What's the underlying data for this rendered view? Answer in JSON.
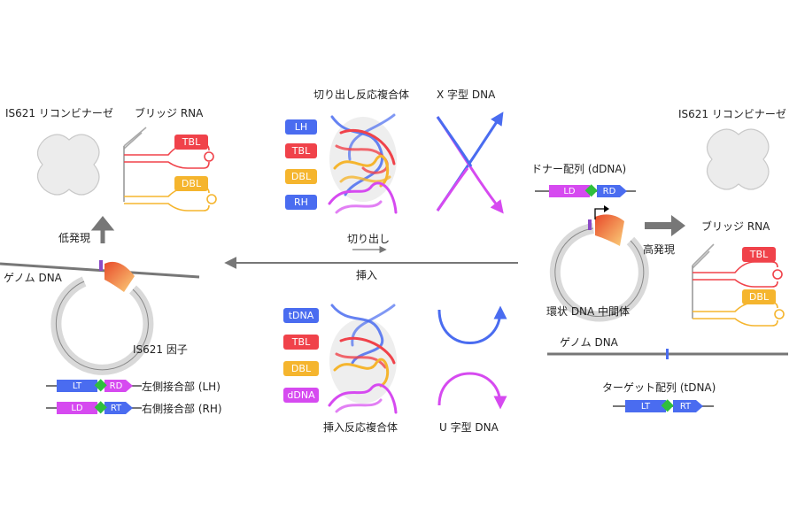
{
  "left": {
    "recombinase_label": "IS621 リコンビナーゼ",
    "bridge_rna_label": "ブリッジ RNA",
    "tbl": "TBL",
    "dbl": "DBL",
    "low_expression": "低発現",
    "genome_dna": "ゲノム DNA",
    "is621_factor": "IS621 因子",
    "lh_label": "左側接合部 (LH)",
    "rh_label": "右側接合部 (RH)",
    "lt": "LT",
    "rd": "RD",
    "ld": "LD",
    "rt": "RT"
  },
  "center": {
    "excision_complex": "切り出し反応複合体",
    "x_dna": "X 字型 DNA",
    "excision": "切り出し",
    "insertion": "挿入",
    "insertion_complex": "挿入反応複合体",
    "u_dna": "U 字型 DNA",
    "top_tags": [
      "LH",
      "TBL",
      "DBL",
      "RH"
    ],
    "bottom_tags": [
      "tDNA",
      "TBL",
      "DBL",
      "dDNA"
    ]
  },
  "right": {
    "recombinase_label": "IS621 リコンビナーゼ",
    "donor_seq": "ドナー配列 (dDNA)",
    "ld": "LD",
    "rd": "RD",
    "high_expression": "高発現",
    "bridge_rna_label": "ブリッジ RNA",
    "tbl": "TBL",
    "dbl": "DBL",
    "circular_intermediate": "環状 DNA 中間体",
    "genome_dna": "ゲノム DNA",
    "target_seq": "ターゲット配列 (tDNA)",
    "lt": "LT",
    "rt": "RT"
  },
  "colors": {
    "blue": "#4a6cf0",
    "red": "#f0424a",
    "orange": "#f5b52e",
    "magenta": "#d64af0",
    "green": "#2fbf3c",
    "gray": "#777777"
  }
}
